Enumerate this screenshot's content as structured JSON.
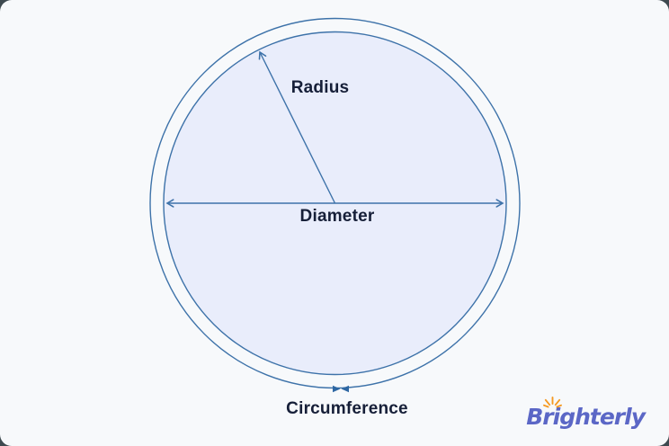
{
  "diagram": {
    "name": "circle-parts-diagram",
    "labels": {
      "radius": "Radius",
      "diameter": "Diameter",
      "circumference": "Circumference"
    }
  },
  "branding": {
    "logo_text": "Brighterly",
    "logo_icon": "sun-rays-icon"
  },
  "colors": {
    "card_background": "#F7F9FB",
    "page_background": "#3E4A50",
    "circle_fill": "#E9EDFB",
    "stroke_blue": "#3D72A9",
    "arrow_fill_blue": "#2E67A3",
    "label_text": "#161F38",
    "logo_text_color": "#5B67C6",
    "logo_sun_color": "#F59A23"
  }
}
